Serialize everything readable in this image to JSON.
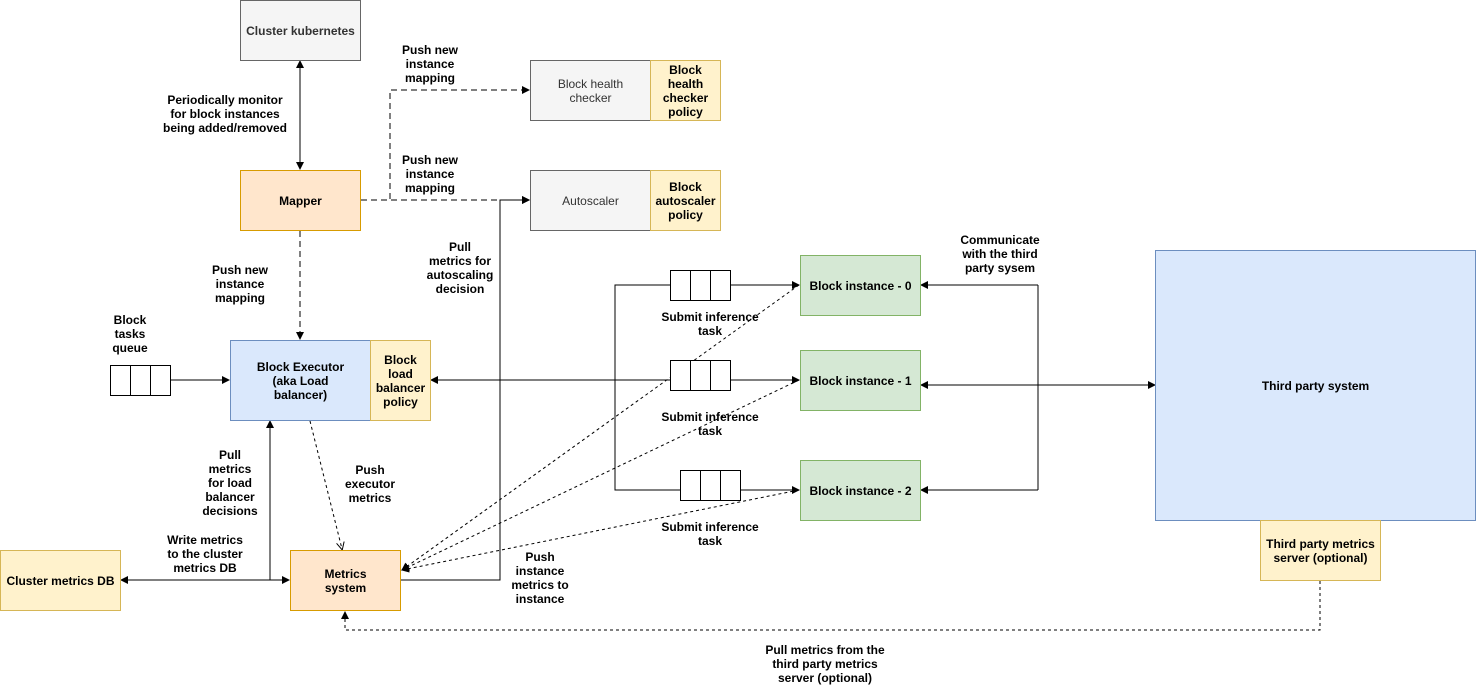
{
  "nodes": {
    "cluster_kubernetes": "Cluster kubernetes",
    "mapper": "Mapper",
    "block_health_checker": "Block health checker",
    "block_health_checker_policy": "Block health checker policy",
    "autoscaler": "Autoscaler",
    "block_autoscaler_policy": "Block autoscaler policy",
    "block_executor": "Block Executor (aka Load balancer)",
    "block_load_balancer_policy": "Block load balancer policy",
    "block_instance_0": "Block instance - 0",
    "block_instance_1": "Block instance - 1",
    "block_instance_2": "Block instance - 2",
    "third_party_system": "Third party system",
    "third_party_metrics_server": "Third party metrics server (optional)",
    "metrics_system": "Metrics system",
    "cluster_metrics_db": "Cluster metrics DB"
  },
  "labels": {
    "push_mapping_health": "Push new\ninstance\nmapping",
    "push_mapping_autoscaler": "Push new\ninstance\nmapping",
    "push_mapping_executor": "Push new\ninstance\nmapping",
    "periodically_monitor": "Periodically monitor\nfor block instances\nbeing added/removed",
    "pull_metrics_autoscaling": "Pull\nmetrics for\nautoscaling\ndecision",
    "communicate_third_party": "Communicate\nwith the third\nparty sysem",
    "block_tasks_queue": "Block\ntasks\nqueue",
    "submit_task_0": "Submit inference\ntask",
    "submit_task_1": "Submit inference\ntask",
    "submit_task_2": "Submit inference\ntask",
    "pull_metrics_load_balancer": "Pull\nmetrics\nfor load\nbalancer\ndecisions",
    "push_executor_metrics": "Push\nexecutor\nmetrics",
    "write_metrics_db": "Write metrics\nto the cluster\nmetrics DB",
    "push_instance_metrics": "Push\ninstance\nmetrics to\ninstance",
    "pull_third_party_metrics": "Pull metrics from the\nthird party metrics\nserver (optional)"
  }
}
